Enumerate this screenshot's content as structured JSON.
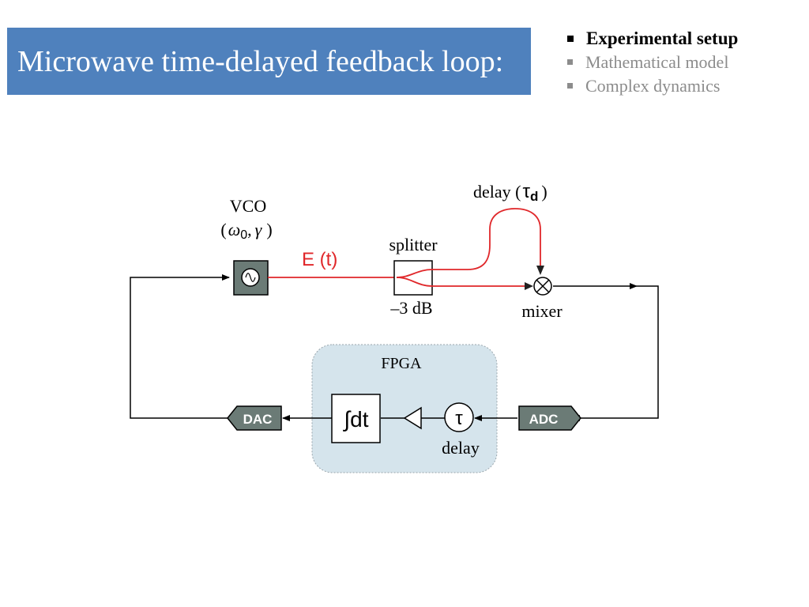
{
  "slide": {
    "title": "Microwave time-delayed feedback loop:"
  },
  "agenda": [
    {
      "label": "Experimental setup",
      "active": true
    },
    {
      "label": "Mathematical model",
      "active": false
    },
    {
      "label": "Complex dynamics",
      "active": false
    }
  ],
  "diagram": {
    "vco_label": "VCO",
    "vco_params_open": "(",
    "vco_param_omega": "ω",
    "vco_param_omega_sub": "0",
    "vco_param_sep": ",",
    "vco_param_gamma": "γ",
    "vco_params_close": ")",
    "signal_label": "E (t)",
    "splitter_label": "splitter",
    "splitter_attenuation": "–3 dB",
    "delay_line_label": "delay (",
    "delay_line_tau": "τ",
    "delay_line_tau_sub": "d",
    "delay_line_close": ")",
    "mixer_label": "mixer",
    "fpga_label": "FPGA",
    "integrator_label": "∫dt",
    "fpga_delay_symbol": "τ",
    "fpga_delay_label": "delay",
    "dac_label": "DAC",
    "adc_label": "ADC",
    "colors": {
      "signal_red": "#e0272a",
      "fpga_fill": "#d5e4ec",
      "converter_fill": "#6b7b76",
      "vco_fill": "#6b7b76"
    }
  }
}
